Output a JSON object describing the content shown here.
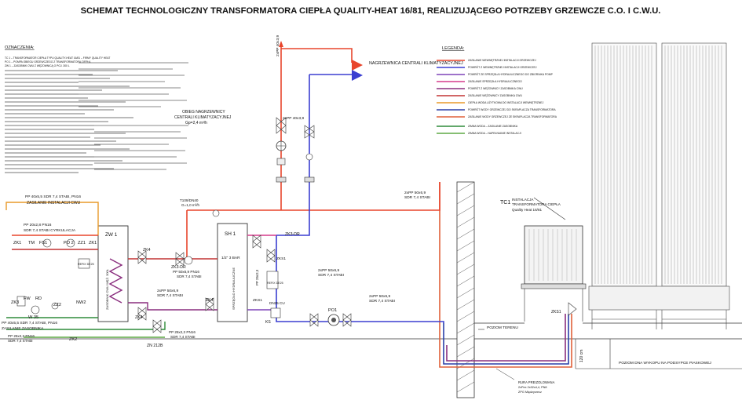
{
  "title": "SCHEMAT TECHNOLOGICZNY TRANSFORMATORA CIEPŁA QUALITY-HEAT 16/81, REALIZUJĄCEGO POTRZEBY GRZEWCZE C.O. I C.W.U.",
  "designations": {
    "heading": "OZNACZENIA:",
    "lines": [
      "TC 1 – TRANSFORMATOR CIEPŁA TYPU QUALITY-HEAT 16/81 – FIRMY QUALITY HEAT",
      "PO 1 – POMPA OBIEGU GRZEWCZEGO Z TRANSFORMATORA CIEPŁA",
      "ZW 1 – ZASOBNIK CWU Z WĘŻOWNICĄ O POJ. 300 L"
    ]
  },
  "legend": {
    "heading": "LEGENDA:",
    "items": [
      {
        "label": "ZASILANIE WEWNĘTRZNEJ INSTALACJI GRZEWCZEJ",
        "color": "#e8452c"
      },
      {
        "label": "POWRÓT Z WEWNĘTRZNEJ INSTALACJI GRZEWCZEJ",
        "color": "#3b3fd1"
      },
      {
        "label": "POWRÓT ZE SPRZĘGŁA HYDRAULICZNEGO DO ZBIORNIKA POMP",
        "color": "#7e44b8"
      },
      {
        "label": "ZASILANIE SPRZĘGŁA HYDRAULICZNEGO",
        "color": "#d63c8c"
      },
      {
        "label": "POWRÓT Z WĘŻOWNICY ZASOBNIKA CWU",
        "color": "#8a2e7e"
      },
      {
        "label": "ZASILANIE WĘŻOWNICY ZASOBNIKA CWU",
        "color": "#c23333"
      },
      {
        "label": "CIEPŁA WODA UŻYTKOWA DO INSTALACJI WEWNĘTRZNEJ",
        "color": "#e89a2a"
      },
      {
        "label": "POWRÓT WODY GRZEWCZEJ DO SKRAPLACZA TRANSFORMATORA",
        "color": "#2a3fa8"
      },
      {
        "label": "ZASILANIE WODY GRZEWCZEJ ZE SKRAPLACZA TRANSFORMATORA",
        "color": "#e0603a"
      },
      {
        "label": "ZIMNA WODA – ZASILANIE ZASOBNIKA",
        "color": "#2f8c3a"
      },
      {
        "label": "ZIMNA WODA – NAPEŁNIANIE INSTALACJI",
        "color": "#5fa845"
      }
    ]
  },
  "labels": {
    "nagrzewnica": "NAGRZEWNICA CENTRALI KLIMATYZACYJNEJ",
    "obieg_title": "OBIEG NAGRZEWNICY",
    "obieg_sub": "CENTRALI KLIMATYZACYJNEJ",
    "obieg_flow": "Gp=2,4 m³/h",
    "pipe_top": "2xPP 40x3,9",
    "pipe_vert": "2xPP 40x3,9",
    "zw1": "ZW 1",
    "zw1_vertical": "ZASOBNIK CWU WĘŻ. 300L",
    "sh1": "SH 1",
    "sh1_vertical": "SPRZĘGŁO HYDRAULICZNE",
    "tc1": "TC1",
    "tc1_desc1": "INSTALACJA",
    "tc1_desc2": "TRANSFORMATORA CIEPŁA",
    "tc1_desc3": "Quality Heat 16/81",
    "cwu_pipe": "PP 40x5,5 SDR 7,4 STABI, PN16",
    "cwu_label": "ZASILANIE INSTALACJI CWU",
    "cyrk_pipe": "PP 20x2,8 PN16",
    "cyrk_label": "SDR 7,4 STABI CYRKULACJA",
    "zas_pipe": "PP 40x5,5 SDR 7,4 STABI, PN16",
    "zas_label": "ZASILANIE ZASOBNIKA",
    "pp25_1": "PP 25x2,3 PN16",
    "pp25_1b": "SDR 7,4 STABI",
    "pp25_2": "PP 25x2,3 PN16",
    "pp25_2b": "SDR 7,4 STABI",
    "pp50_1": "2xPP 50x6,9",
    "pp50_1b": "SDR 7,4 STABI",
    "pp50_2": "2xPP 50x6,9",
    "pp50_2b": "SDR 7,4 STABI",
    "pp50_3": "2xPP 50x6,9",
    "pp50_3b": "SDR 7,4 STABI",
    "pp50_4": "2xPP 50x6,9",
    "pp50_4b": "SDR 7,4 STABI",
    "pp50_zw": "PP 50x6,9 PN16",
    "pp50_zwb": "SDR 7,4 STABI",
    "pp25_sh": "PP 25x2,3",
    "t109": "T109/DN40",
    "t109b": "G=1,0 m³/h",
    "zk3dr_1": "ZK3-DR",
    "zk3dr_2": "ZK3-DR",
    "zk4_1": "ZK4",
    "zk4_2": "ZK4",
    "zk4_3": "ZK4",
    "zk1": "ZK1",
    "zk1b": "ZK1",
    "tm": "TM",
    "fs1": "FS1",
    "po2": "PO 2",
    "zz1": "ZZ1",
    "zk3": "ZK3",
    "fw": "FW",
    "rd": "RD",
    "zz2": "ZZ2",
    "w35": "W 35",
    "nw2": "NW2",
    "zk2": "ZK2",
    "zn": "ZN 212B",
    "zks1a": "ZKS1",
    "zks1b": "ZKS1",
    "zks1c": "ZKS1",
    "bar": "1/2\" 3 BAR",
    "dn": "DN25 CU",
    "po1": "PO1",
    "ks": "KS",
    "poziom_terenu": "POZIOM TERENU",
    "poziom_dna": "POZIOM DNA WYKOPU NA PODSYPCE PIASKOWEJ",
    "dim120": "120 cm",
    "rura1": "RURA PREIZOLOWANA",
    "rura2": "2xPex 2x32x4,4, PN8",
    "rura3": "ZPG Międzyrzecz",
    "refix": "REFIX DE25",
    "refix2": "REFIX DE25"
  }
}
